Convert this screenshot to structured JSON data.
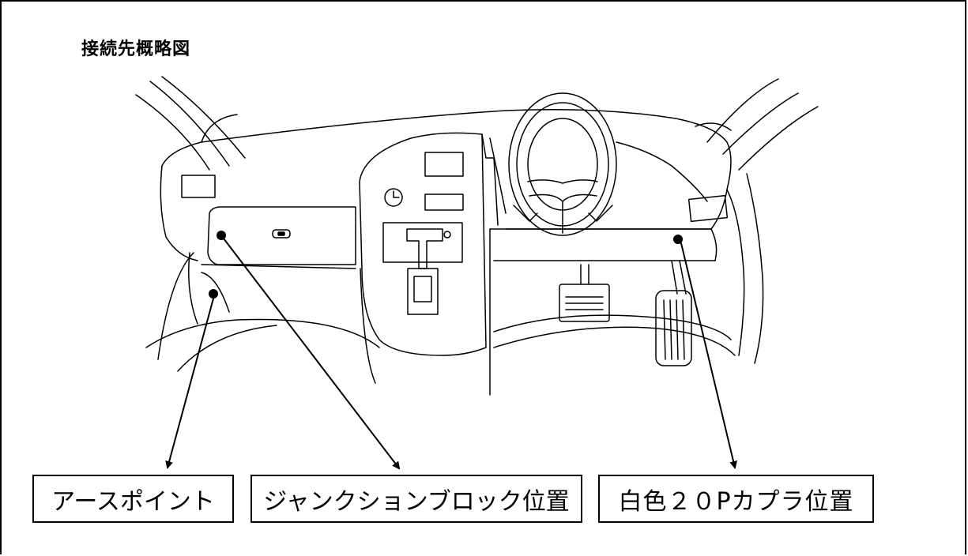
{
  "title": "接続先概略図",
  "labels": {
    "earth_point": "アースポイント",
    "junction_block": "ジャンクションブロック位置",
    "coupler": "白色２０Pカプラ位置"
  },
  "colors": {
    "line": "#000000",
    "background": "#ffffff"
  }
}
